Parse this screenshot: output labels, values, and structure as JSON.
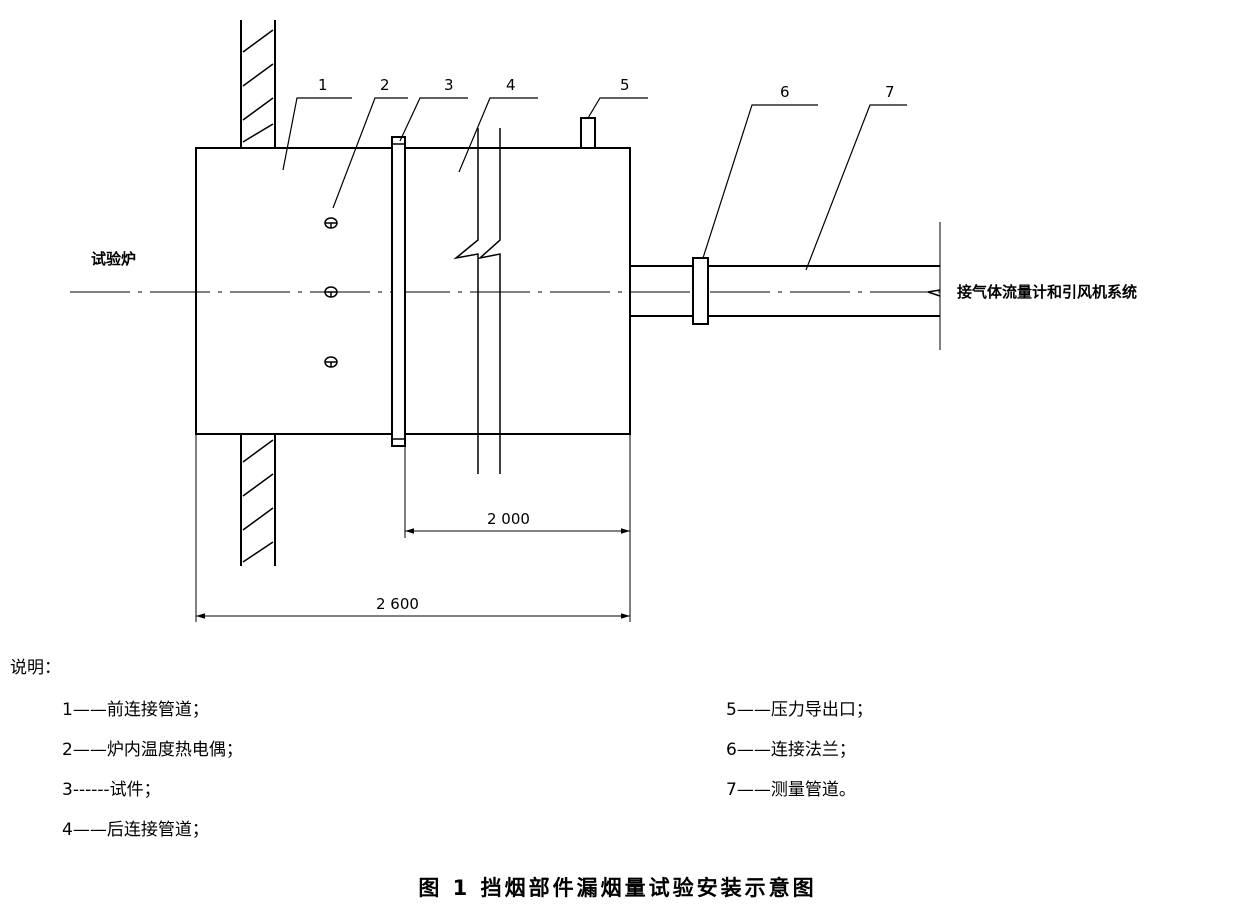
{
  "diagram": {
    "part_numbers": [
      "1",
      "2",
      "3",
      "4",
      "5",
      "6",
      "7"
    ],
    "furnace_label": "试验炉",
    "outlet_label": "接气体流量计和引风机系统",
    "dim_inner": "2 000",
    "dim_outer": "2 600"
  },
  "legend": {
    "title": "说明：",
    "items": [
      {
        "num": "1",
        "dash": "——",
        "text": "前连接管道；"
      },
      {
        "num": "2",
        "dash": "——",
        "text": "炉内温度热电偶；"
      },
      {
        "num": "3",
        "dash": "------",
        "text": "试件；"
      },
      {
        "num": "4",
        "dash": "——",
        "text": "后连接管道；"
      },
      {
        "num": "5",
        "dash": "——",
        "text": "压力导出口；"
      },
      {
        "num": "6",
        "dash": "——",
        "text": "连接法兰；"
      },
      {
        "num": "7",
        "dash": "——",
        "text": "测量管道。"
      }
    ]
  },
  "caption": "图 1  挡烟部件漏烟量试验安装示意图"
}
